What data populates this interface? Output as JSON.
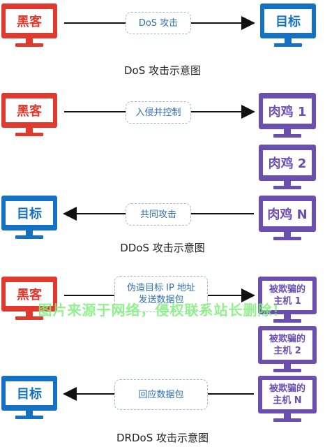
{
  "labels": {
    "hacker": "黑客",
    "target": "目标",
    "zombie1": "肉鸡 1",
    "zombie2": "肉鸡 2",
    "zombieN": "肉鸡 N",
    "victim1": "被欺骗的\n主机 1",
    "victim2": "被欺骗的\n主机 2",
    "victimN": "被欺骗的\n主机 N"
  },
  "edges": {
    "dos": "DoS 攻击",
    "invade": "入侵并控制",
    "joint": "共同攻击",
    "forge": "伪造目标 IP 地址\n发送数据包",
    "reply": "回应数据包"
  },
  "captions": {
    "dos": "DoS 攻击示意图",
    "ddos": "DDoS 攻击示意图",
    "drdos": "DRDoS 攻击示意图"
  },
  "watermark": "图片来源于网络，侵权联系站长删除！",
  "colors": {
    "hacker": "#e03a2e",
    "target": "#1571c4",
    "zombie": "#6b4fb0",
    "label_text": "#2f6fb3"
  }
}
